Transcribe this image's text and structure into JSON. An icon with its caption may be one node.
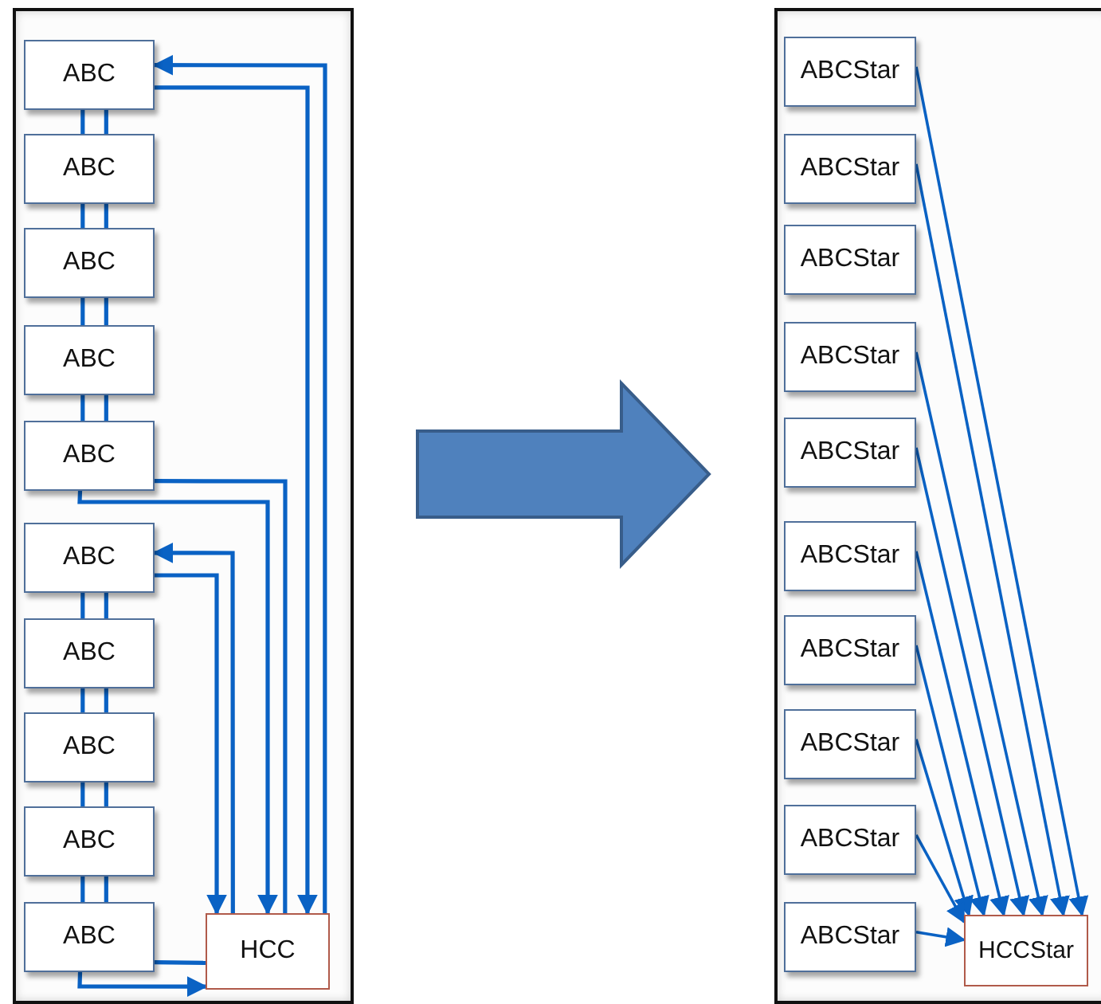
{
  "diagram": {
    "nodes": [
      {
        "text": [],
        "shape": "box"
      },
      {
        "text": [
          "ABC"
        ],
        "in": 0
      },
      {
        "text": [
          "ABC"
        ],
        "in": 0
      },
      {
        "text": [
          "ABC"
        ],
        "in": 0
      },
      {
        "text": [
          "ABC"
        ],
        "in": 0
      },
      {
        "text": [
          "ABC"
        ],
        "in": 0
      },
      {
        "text": [
          "ABC"
        ],
        "in": 0
      },
      {
        "text": [
          "ABC"
        ],
        "in": 0
      },
      {
        "text": [
          "ABC"
        ],
        "in": 0
      },
      {
        "text": [
          "ABC"
        ],
        "in": 0
      },
      {
        "text": [
          "ABC"
        ],
        "in": 0
      },
      {
        "text": [
          "HCC"
        ],
        "in": 0
      },
      {
        "text": [],
        "shape": "box"
      },
      {
        "text": [
          "ABCStar"
        ],
        "in": 12
      },
      {
        "text": [
          "ABCStar"
        ],
        "in": 12
      },
      {
        "text": [
          "ABCStar"
        ],
        "in": 12
      },
      {
        "text": [
          "ABCStar"
        ],
        "in": 12
      },
      {
        "text": [
          "ABCStar"
        ],
        "in": 12
      },
      {
        "text": [
          "ABCStar"
        ],
        "in": 12
      },
      {
        "text": [
          "ABCStar"
        ],
        "in": 12
      },
      {
        "text": [
          "ABCStar"
        ],
        "in": 12
      },
      {
        "text": [
          "ABCStar"
        ],
        "in": 12
      },
      {
        "text": [
          "ABCStar"
        ],
        "in": 12
      },
      {
        "text": [
          "HCCStar"
        ],
        "in": 12
      }
    ],
    "edges": [
      {
        "from": 0,
        "to": 12,
        "arrow": "to",
        "style": "thick"
      },
      {
        "from": 1,
        "to": 2,
        "arrow": "none"
      },
      {
        "from": 1,
        "to": 2,
        "arrow": "none"
      },
      {
        "from": 2,
        "to": 3,
        "arrow": "none"
      },
      {
        "from": 2,
        "to": 3,
        "arrow": "none"
      },
      {
        "from": 3,
        "to": 4,
        "arrow": "none"
      },
      {
        "from": 3,
        "to": 4,
        "arrow": "none"
      },
      {
        "from": 4,
        "to": 5,
        "arrow": "none"
      },
      {
        "from": 4,
        "to": 5,
        "arrow": "none"
      },
      {
        "from": 6,
        "to": 7,
        "arrow": "none"
      },
      {
        "from": 6,
        "to": 7,
        "arrow": "none"
      },
      {
        "from": 7,
        "to": 8,
        "arrow": "none"
      },
      {
        "from": 7,
        "to": 8,
        "arrow": "none"
      },
      {
        "from": 8,
        "to": 9,
        "arrow": "none"
      },
      {
        "from": 8,
        "to": 9,
        "arrow": "none"
      },
      {
        "from": 9,
        "to": 10,
        "arrow": "none"
      },
      {
        "from": 9,
        "to": 10,
        "arrow": "none"
      },
      {
        "from": 11,
        "to": 1,
        "arrow": "to"
      },
      {
        "from": 1,
        "to": 11,
        "arrow": "to"
      },
      {
        "from": 5,
        "to": 11,
        "arrow": "none"
      },
      {
        "from": 5,
        "to": 11,
        "arrow": "to"
      },
      {
        "from": 11,
        "to": 6,
        "arrow": "to"
      },
      {
        "from": 6,
        "to": 11,
        "arrow": "to"
      },
      {
        "from": 10,
        "to": 11,
        "arrow": "none"
      },
      {
        "from": 10,
        "to": 11,
        "arrow": "to"
      },
      {
        "from": 13,
        "to": 23,
        "arrow": "to"
      },
      {
        "from": 14,
        "to": 23,
        "arrow": "to"
      },
      {
        "from": 16,
        "to": 23,
        "arrow": "to"
      },
      {
        "from": 17,
        "to": 23,
        "arrow": "to"
      },
      {
        "from": 18,
        "to": 23,
        "arrow": "to"
      },
      {
        "from": 19,
        "to": 23,
        "arrow": "to"
      },
      {
        "from": 20,
        "to": 23,
        "arrow": "to"
      },
      {
        "from": 21,
        "to": 23,
        "arrow": "to"
      },
      {
        "from": 22,
        "to": 23,
        "arrow": "to"
      }
    ]
  }
}
